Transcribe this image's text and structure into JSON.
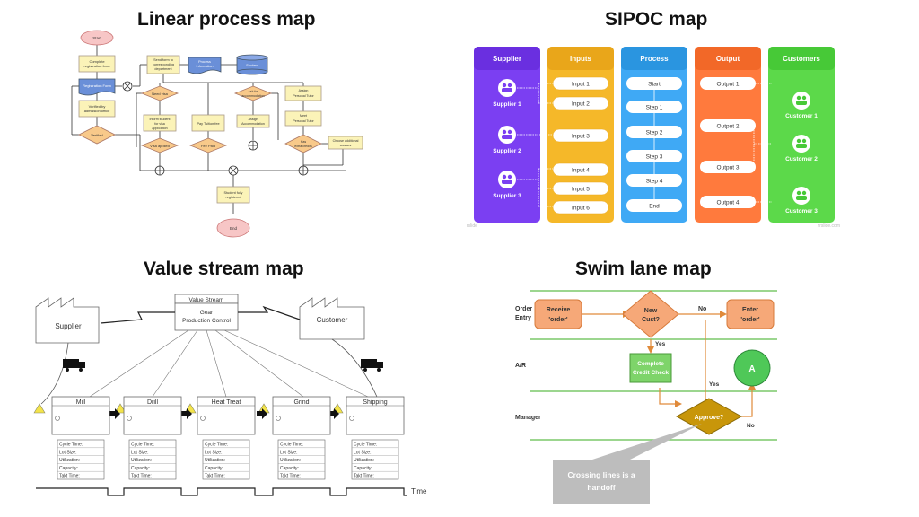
{
  "linear": {
    "title": "Linear process map",
    "nodes": {
      "start": "Start",
      "complete": [
        "Complete",
        "registration form"
      ],
      "registration": "Registration Form",
      "verified_by": [
        "Verified by",
        "admission office"
      ],
      "verified": "Verified",
      "send_form": [
        "Send form to",
        "corresponding",
        "department"
      ],
      "process_info": [
        "Process",
        "Information"
      ],
      "student_db": "Student",
      "need_visa": "Need visa",
      "inform": [
        "Inform student",
        "for visa",
        "application"
      ],
      "visa_applied": "Visa applied",
      "pay_fee": "Pay Tuition fee",
      "fee_paid": "Fee Paid",
      "ask_acc": [
        "Ask for",
        "accommodation"
      ],
      "assign_acc": [
        "Assign",
        "Accommodation"
      ],
      "assign_tutor": [
        "Assign",
        "Personal Tutor"
      ],
      "meet_tutor": [
        "Meet",
        "Personal Tutor"
      ],
      "has_credits": [
        "Has",
        "extra credits"
      ],
      "choose": [
        "Choose additional",
        "courses"
      ],
      "registered": [
        "Student fully",
        "registered"
      ],
      "end": "End"
    }
  },
  "sipoc": {
    "title": "SIPOC  map",
    "columns": [
      "Supplier",
      "Inputs",
      "Process",
      "Output",
      "Customers"
    ],
    "colors": [
      "#7b3ff2",
      "#f5b829",
      "#3fa9f5",
      "#ff7a3d",
      "#5cd94a"
    ],
    "suppliers": [
      "Supplier 1",
      "Supplier 2",
      "Supplier 3"
    ],
    "inputs": [
      "Input 1",
      "Input 2",
      "Input 3",
      "Input 4",
      "Input 5",
      "Input 6"
    ],
    "steps": [
      "Start",
      "Step 1",
      "Step 2",
      "Step 3",
      "Step 4",
      "End"
    ],
    "outputs": [
      "Output 1",
      "Output 2",
      "Output 3",
      "Output 4"
    ],
    "customers": [
      "Customer 1",
      "Customer 2",
      "Customer 3"
    ],
    "watermark_left": "rslide",
    "watermark_right": "rrslide.com"
  },
  "vsm": {
    "title": "Value stream map",
    "supplier": "Supplier",
    "customer": "Customer",
    "header": "Value Stream",
    "control": [
      "Gear",
      "Production Control"
    ],
    "processes": [
      "Mill",
      "Drill",
      "Heat Treat",
      "Grind",
      "Shipping"
    ],
    "data_fields": [
      "Cycle Time:",
      "Lot Size:",
      "Utilization:",
      "Capacity:",
      "Takt Time:"
    ],
    "time_label": "Time"
  },
  "swim": {
    "title": "Swim lane map",
    "lanes": [
      [
        "Order",
        "Entry"
      ],
      [
        "A/R"
      ],
      [
        "Manager"
      ]
    ],
    "receive": [
      "Receive",
      "'order'"
    ],
    "new_cust": [
      "New",
      "Cust?"
    ],
    "no1": "No",
    "enter": [
      "Enter",
      "'order'"
    ],
    "yes1": "Yes",
    "credit": [
      "Complete",
      "Credit Check"
    ],
    "a": "A",
    "yes2": "Yes",
    "approve": "Approve?",
    "no2": "No",
    "callout": [
      "Crossing lines is a",
      "handoff"
    ]
  }
}
